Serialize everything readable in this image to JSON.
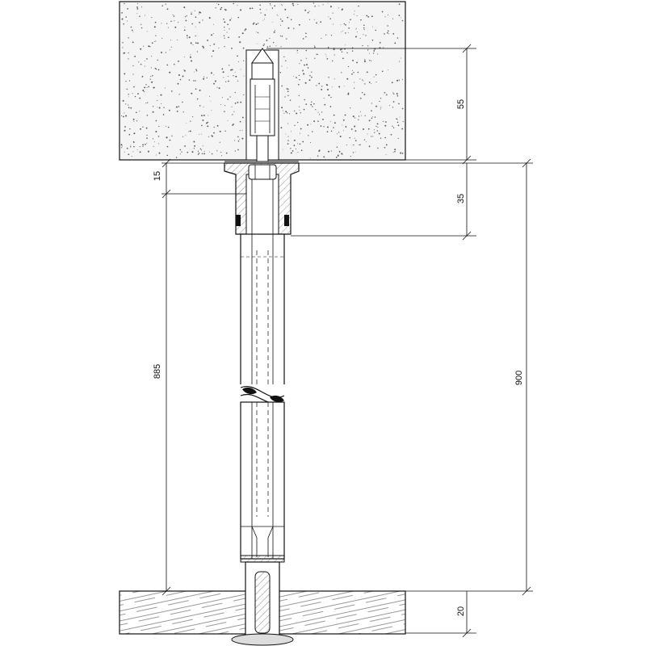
{
  "drawing": {
    "dimensions": {
      "anchor_depth": "55",
      "top_gap": "15",
      "socket_depth": "35",
      "rod_length": "885",
      "overall_height": "900",
      "floor_depth": "20"
    },
    "colors": {
      "line": "#111111",
      "concrete_fill": "#f4f4f4",
      "concrete_speck": "#555555",
      "wood_fill": "#f2f2f2",
      "metal_fill": "#e6e6e6",
      "gasket": "#111111"
    }
  }
}
